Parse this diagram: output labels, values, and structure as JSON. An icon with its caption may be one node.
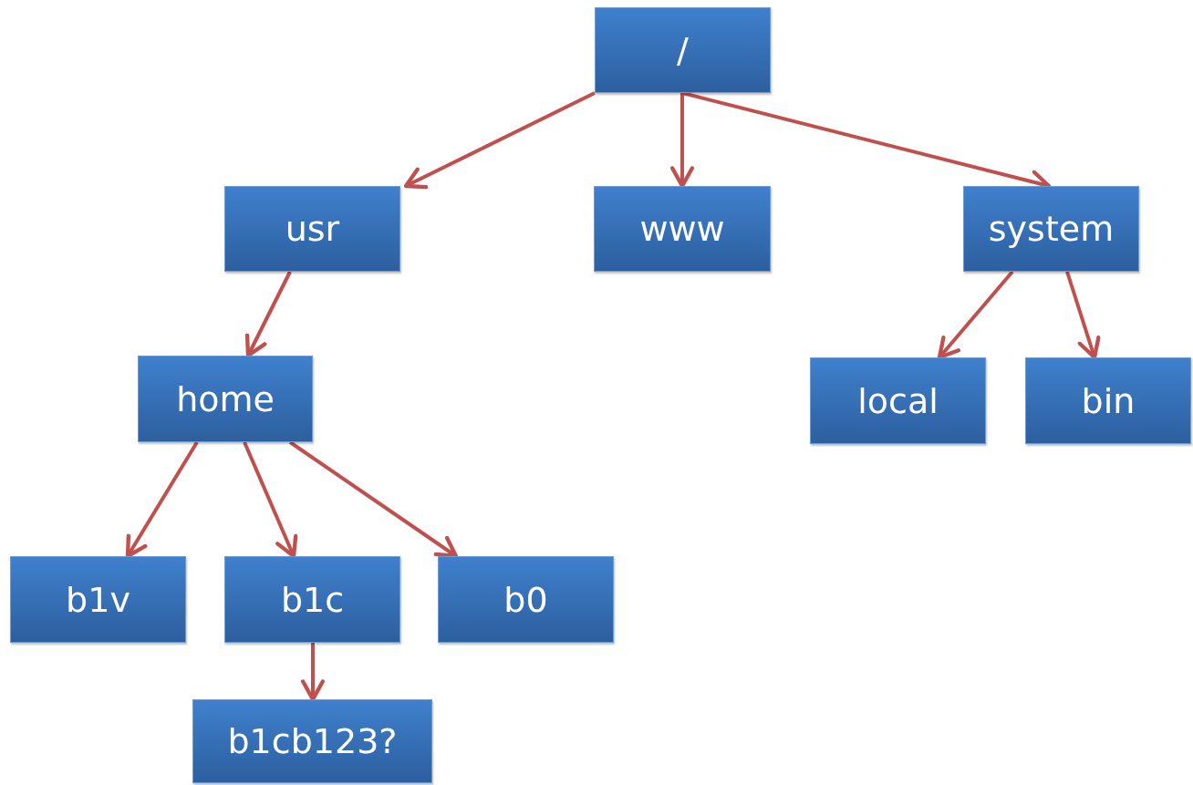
{
  "diagram": {
    "nodes": [
      {
        "text": [
          "/"
        ]
      },
      {
        "text": [
          "usr"
        ]
      },
      {
        "text": [
          "www"
        ]
      },
      {
        "text": [
          "system"
        ]
      },
      {
        "text": [
          "home"
        ]
      },
      {
        "text": [
          "local"
        ]
      },
      {
        "text": [
          "bin"
        ]
      },
      {
        "text": [
          "b1v"
        ]
      },
      {
        "text": [
          "b1c"
        ]
      },
      {
        "text": [
          "b0"
        ]
      },
      {
        "text": [
          "b1cb123?"
        ]
      }
    ],
    "edges": [
      {
        "from": 0,
        "to": 1,
        "arrow": "to"
      },
      {
        "from": 0,
        "to": 2,
        "arrow": "to"
      },
      {
        "from": 0,
        "to": 3,
        "arrow": "to"
      },
      {
        "from": 1,
        "to": 4,
        "arrow": "to"
      },
      {
        "from": 3,
        "to": 5,
        "arrow": "to"
      },
      {
        "from": 3,
        "to": 6,
        "arrow": "to"
      },
      {
        "from": 4,
        "to": 7,
        "arrow": "to"
      },
      {
        "from": 4,
        "to": 8,
        "arrow": "to"
      },
      {
        "from": 4,
        "to": 9,
        "arrow": "to"
      },
      {
        "from": 8,
        "to": 10,
        "arrow": "to"
      }
    ]
  }
}
